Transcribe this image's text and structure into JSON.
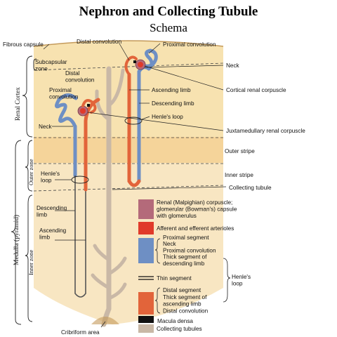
{
  "title": "Nephron and Collecting Tubule",
  "subtitle": "Schema",
  "colors": {
    "cortex": "#f7e2b0",
    "medulla_outer": "#f5d49a",
    "medulla_inner": "#f8e6c2",
    "capsule": "#b46a7a",
    "arterioles": "#e03a2a",
    "proximal": "#6e8fc4",
    "distal": "#e2643a",
    "macula": "#111111",
    "collecting": "#c9b8a6"
  },
  "labels": {
    "fibrous_capsule": "Fibrous capsule",
    "distal_convolution_top": "Distal convolution",
    "proximal_convolution_top": "Proximal convolution",
    "subcapsular_zone": [
      "Subcapsular",
      "zone"
    ],
    "distal_convolution_left": [
      "Distal",
      "convolution"
    ],
    "neck_right": "Neck",
    "proximal_convolution_left": [
      "Proximal",
      "convolution"
    ],
    "ascending_limb_right": "Ascending limb",
    "cortical_corpuscle": "Cortical renal corpuscle",
    "descending_limb_right": "Descending limb",
    "henles_loop_right": "Henle's loop",
    "neck_left": "Neck",
    "juxtamedullary_corpuscle": "Juxtamedullary renal corpuscle",
    "outer_stripe": "Outer stripe",
    "inner_stripe": "Inner stripe",
    "henles_loop_left": [
      "Henle's",
      "loop"
    ],
    "collecting_tubule": "Collecting tubule",
    "descending_limb_left": [
      "Descending",
      "limb"
    ],
    "ascending_limb_left": [
      "Ascending",
      "limb"
    ],
    "cribriform_area": "Cribriform area"
  },
  "zones": {
    "renal_cortex": "Renal Cortex",
    "outer_zone": "Outer zone",
    "medulla": "Medulla (pyramid)",
    "inner_zone": "Inner zone"
  },
  "legend": {
    "corpuscle": [
      "Renal (Malpighian) corpuscle;",
      "glomerular (Bowman's) capsule",
      "with glomerulus"
    ],
    "arterioles": "Afferent and efferent arterioles",
    "proximal": [
      "Proximal segment",
      "Neck",
      "Proximal convolution",
      "Thick segment of",
      "descending limb"
    ],
    "thin": "Thin segment",
    "distal": [
      "Distal segment",
      "Thick segment of",
      "ascending limb",
      "Distal convolution"
    ],
    "macula": "Macula densa",
    "collecting": "Collecting tubules",
    "henles_loop": [
      "Henle's",
      "loop"
    ]
  }
}
